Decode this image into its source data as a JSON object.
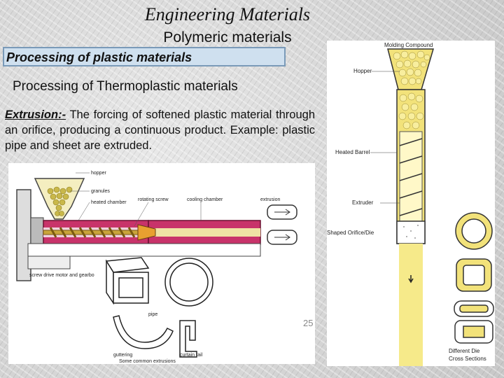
{
  "slide": {
    "title": "Engineering Materials",
    "subtitle": "Polymeric materials",
    "section_heading": "Processing of plastic materials",
    "subheading": "Processing of Thermoplastic materials",
    "paragraph_term": "Extrusion:-",
    "paragraph_text": " The forcing of softened plastic material through an orifice, producing a continuous product. Example: plastic pipe and sheet are extruded.",
    "page_number": "25"
  },
  "figure_left": {
    "labels": {
      "hopper": "hopper",
      "granules": "granules",
      "heated_chamber": "heated chamber",
      "rotating_screw": "rotating screw",
      "cooling_chamber": "cooling chamber",
      "extrusion": "extrusion",
      "screw_drive": "screw drive motor and gearbo",
      "pipe": "pipe",
      "guttering": "guttering",
      "curtain_rail": "curtain rail",
      "caption": "Some common extrusions"
    },
    "colors": {
      "barrel": "#c8336a",
      "granule": "#c9b84a",
      "screw": "#caa53a"
    }
  },
  "figure_right": {
    "labels": {
      "molding_compound": "Molding Compound",
      "hopper": "Hopper",
      "heated_barrel": "Heated Barrel",
      "extruder": "Extruder",
      "shaped_orifice": "Shaped Orifice/Die",
      "different_die_1": "Different Die",
      "different_die_2": "Cross Sections"
    },
    "colors": {
      "compound": "#f2e27a",
      "extrudate": "#f6ea8a"
    }
  }
}
